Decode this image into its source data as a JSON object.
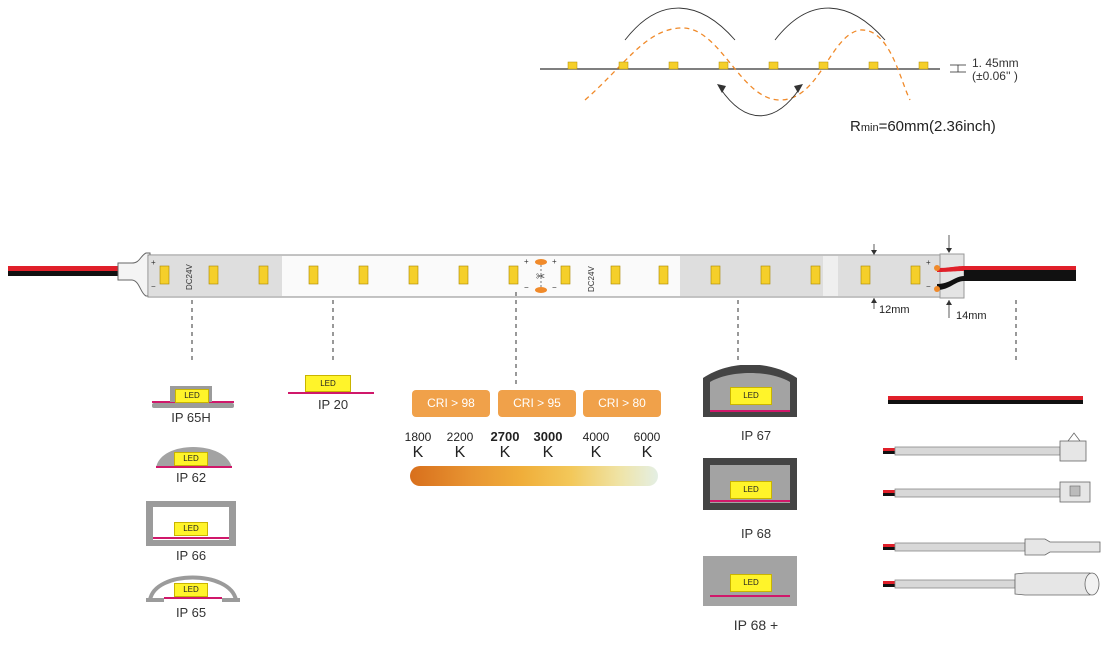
{
  "bend_diagram": {
    "thickness_label": "1. 45mm",
    "thickness_inch_label": "(±0.06'' )",
    "rmin_prefix": "R",
    "rmin_sub": "min",
    "rmin_value": "=60mm(2.36inch)"
  },
  "strip": {
    "voltage_mark_left": "DC24V",
    "voltage_mark_mid": "DC24V",
    "width_small": "12mm",
    "width_large": "14mm",
    "polarity_plus": "+",
    "polarity_minus": "−"
  },
  "ip_left": {
    "led_label": "LED",
    "items": [
      "IP 65H",
      "IP 62",
      "IP 66",
      "IP 65"
    ]
  },
  "ip_20": {
    "led_label": "LED",
    "label": "IP 20"
  },
  "cri": {
    "buttons": [
      "CRI > 98",
      "CRI > 95",
      "CRI > 80"
    ],
    "color": "#f0a14a"
  },
  "cct": {
    "values": [
      "1800",
      "2200",
      "2700",
      "3000",
      "4000",
      "6000"
    ],
    "unit": "K"
  },
  "ip_right": {
    "led_label": "LED",
    "items": [
      "IP 67",
      "IP 68",
      "IP 68 +"
    ]
  },
  "colors": {
    "wire_red": "#e0202a",
    "wire_black": "#111111",
    "led_yellow": "#fff42a",
    "accent_orange": "#f0a14a",
    "silicone_gray": "#9b9b9b",
    "pcb_magenta": "#d0186a"
  }
}
